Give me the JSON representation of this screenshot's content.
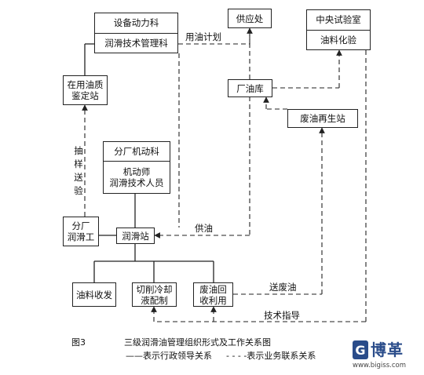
{
  "nodes": {
    "equipment_dept": {
      "top": "设备动力科",
      "bottom": "润滑技术管理科"
    },
    "supply_office": "供应处",
    "central_lab": {
      "top": "中央试验室",
      "bottom": "油料化验"
    },
    "oil_depot": "厂油库",
    "oil_quality_station": "在用油质\n鉴定站",
    "waste_oil_regen": "废油再生站",
    "branch_power_dept": {
      "top": "分厂机动科",
      "bottom": "机动师\n润滑技术人员"
    },
    "branch_lube_worker": "分厂\n润滑工",
    "lube_station": "润滑站",
    "oil_receiving": "油料收发",
    "cutting_coolant": "切削冷却\n液配制",
    "waste_oil_recycle": "废油回\n收利用"
  },
  "edge_labels": {
    "oil_plan": "用油计划",
    "sampling": "抽样送验",
    "oil_supply": "供油",
    "send_waste_oil": "送废油",
    "tech_guidance": "技术指导"
  },
  "caption": {
    "figure_no": "图3",
    "title": "三级润滑油管理组织形式及工作关系图",
    "legend_solid": "——表示行政领导关系",
    "legend_dashed": "- - - -表示业务联系关系"
  },
  "logo": {
    "name": "博革",
    "url": "www.bigiss.com",
    "mark": "G"
  },
  "colors": {
    "line": "#222222",
    "logo_blue": "#2a4c8a"
  }
}
